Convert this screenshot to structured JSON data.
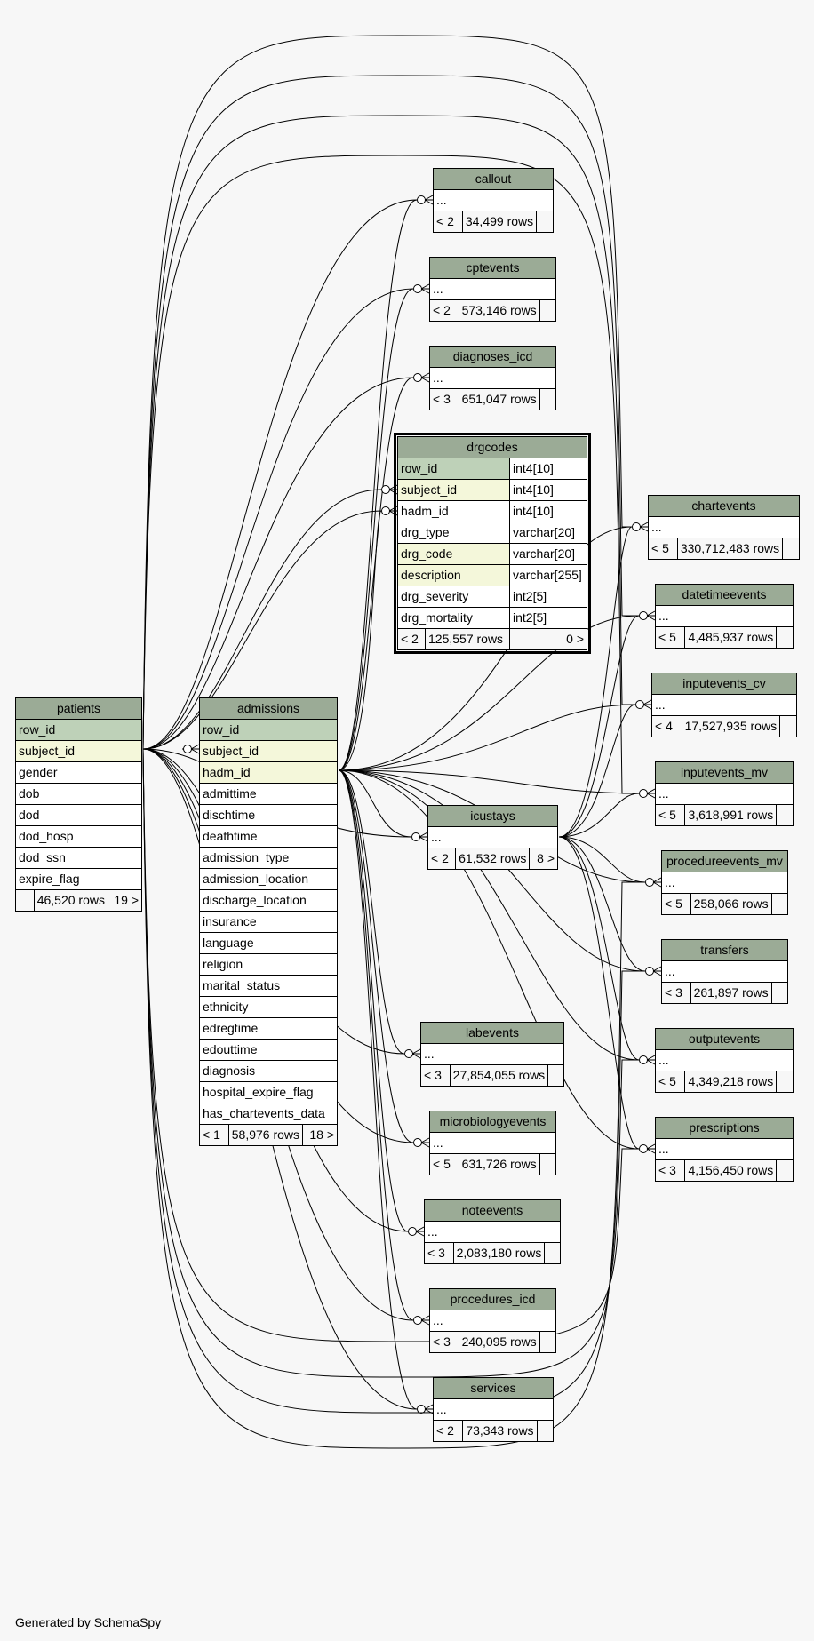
{
  "footer": "Generated by SchemaSpy",
  "colors": {
    "header": "#9bab96",
    "primary_key": "#bed1b8",
    "foreign_key": "#f4f7da",
    "background": "#f7f7f7"
  },
  "tables": {
    "patients": {
      "name": "patients",
      "columns": [
        "row_id",
        "subject_id",
        "gender",
        "dob",
        "dod",
        "dod_hosp",
        "dod_ssn",
        "expire_flag"
      ],
      "parents": "",
      "rows": "46,520 rows",
      "children": "19 >"
    },
    "admissions": {
      "name": "admissions",
      "columns": [
        "row_id",
        "subject_id",
        "hadm_id",
        "admittime",
        "dischtime",
        "deathtime",
        "admission_type",
        "admission_location",
        "discharge_location",
        "insurance",
        "language",
        "religion",
        "marital_status",
        "ethnicity",
        "edregtime",
        "edouttime",
        "diagnosis",
        "hospital_expire_flag",
        "has_chartevents_data"
      ],
      "parents": "< 1",
      "rows": "58,976 rows",
      "children": "18 >"
    },
    "drgcodes": {
      "name": "drgcodes",
      "columns": [
        {
          "name": "row_id",
          "type": "int4[10]"
        },
        {
          "name": "subject_id",
          "type": "int4[10]"
        },
        {
          "name": "hadm_id",
          "type": "int4[10]"
        },
        {
          "name": "drg_type",
          "type": "varchar[20]"
        },
        {
          "name": "drg_code",
          "type": "varchar[20]"
        },
        {
          "name": "description",
          "type": "varchar[255]"
        },
        {
          "name": "drg_severity",
          "type": "int2[5]"
        },
        {
          "name": "drg_mortality",
          "type": "int2[5]"
        }
      ],
      "parents": "< 2",
      "rows": "125,557 rows",
      "children": "0 >"
    },
    "icustays": {
      "name": "icustays",
      "ellipsis": "...",
      "parents": "< 2",
      "rows": "61,532 rows",
      "children": "8 >"
    },
    "callout": {
      "name": "callout",
      "ellipsis": "...",
      "parents": "< 2",
      "rows": "34,499 rows",
      "children": ""
    },
    "cptevents": {
      "name": "cptevents",
      "ellipsis": "...",
      "parents": "< 2",
      "rows": "573,146 rows",
      "children": ""
    },
    "diagnoses_icd": {
      "name": "diagnoses_icd",
      "ellipsis": "...",
      "parents": "< 3",
      "rows": "651,047 rows",
      "children": ""
    },
    "chartevents": {
      "name": "chartevents",
      "ellipsis": "...",
      "parents": "< 5",
      "rows": "330,712,483 rows",
      "children": ""
    },
    "datetimeevents": {
      "name": "datetimeevents",
      "ellipsis": "...",
      "parents": "< 5",
      "rows": "4,485,937 rows",
      "children": ""
    },
    "inputevents_cv": {
      "name": "inputevents_cv",
      "ellipsis": "...",
      "parents": "< 4",
      "rows": "17,527,935 rows",
      "children": ""
    },
    "inputevents_mv": {
      "name": "inputevents_mv",
      "ellipsis": "...",
      "parents": "< 5",
      "rows": "3,618,991 rows",
      "children": ""
    },
    "procedureevents_mv": {
      "name": "procedureevents_mv",
      "ellipsis": "...",
      "parents": "< 5",
      "rows": "258,066 rows",
      "children": ""
    },
    "transfers": {
      "name": "transfers",
      "ellipsis": "...",
      "parents": "< 3",
      "rows": "261,897 rows",
      "children": ""
    },
    "outputevents": {
      "name": "outputevents",
      "ellipsis": "...",
      "parents": "< 5",
      "rows": "4,349,218 rows",
      "children": ""
    },
    "prescriptions": {
      "name": "prescriptions",
      "ellipsis": "...",
      "parents": "< 3",
      "rows": "4,156,450 rows",
      "children": ""
    },
    "labevents": {
      "name": "labevents",
      "ellipsis": "...",
      "parents": "< 3",
      "rows": "27,854,055 rows",
      "children": ""
    },
    "microbiologyevents": {
      "name": "microbiologyevents",
      "ellipsis": "...",
      "parents": "< 5",
      "rows": "631,726 rows",
      "children": ""
    },
    "noteevents": {
      "name": "noteevents",
      "ellipsis": "...",
      "parents": "< 3",
      "rows": "2,083,180 rows",
      "children": ""
    },
    "procedures_icd": {
      "name": "procedures_icd",
      "ellipsis": "...",
      "parents": "< 3",
      "rows": "240,095 rows",
      "children": ""
    },
    "services": {
      "name": "services",
      "ellipsis": "...",
      "parents": "< 2",
      "rows": "73,343 rows",
      "children": ""
    }
  }
}
